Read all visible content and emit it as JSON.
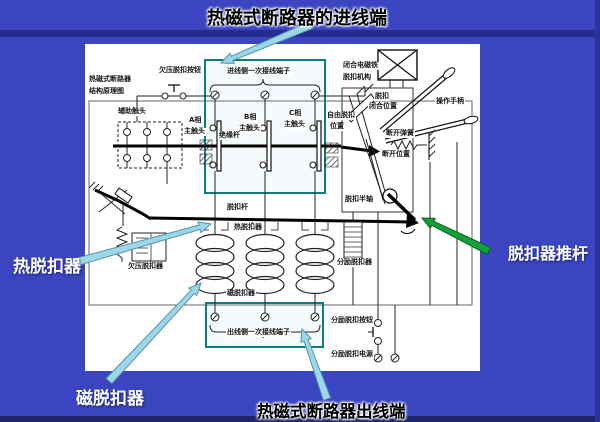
{
  "colors": {
    "background": "#3b45c1",
    "band_dark": "#262d8e",
    "band_bottom": "#1d2568",
    "panel": "#ffffff",
    "teal_box": "#0e7d7d",
    "line": "#222222",
    "arrow_cyan": "#9dd7e7",
    "arrow_cyan_edge": "#4f93ae",
    "arrow_green": "#13a03a",
    "arrow_green_edge": "#0a5c20"
  },
  "callouts": {
    "inlet": "热磁式断路器的进线端",
    "thermal": "热脱扣器",
    "magnetic": "磁脱扣器",
    "outlet": "热磁式断路器出线端",
    "pushrod": "脱扣器推杆"
  },
  "diagram": {
    "scheme_title_l1": "热磁式断路器",
    "scheme_title_l2": "结构原理图",
    "uv_button": "欠压脱扣按钮",
    "in_terminals": "进线侧一次接线端子",
    "close_magnet_l1": "闭合电磁铁",
    "close_magnet_l2": "脱扣机构",
    "aux_contact": "辅助触头",
    "phase_a_l1": "A相",
    "phase_a_l2": "主触头",
    "phase_b_l1": "B相",
    "phase_b_l2": "主触头",
    "phase_c_l1": "C相",
    "phase_c_l2": "主触头",
    "insul_rod": "绝缘杆",
    "free_trip_l1": "自由脱扣",
    "free_trip_l2": "位置",
    "trip": "脱扣",
    "close_pos": "闭合位置",
    "handle": "操作手柄",
    "open_spring": "断开弹簧",
    "open_pos": "断开位置",
    "trip_halfshaft": "脱扣半轴",
    "trip_rod": "脱扣杆",
    "thermal_trip": "热脱扣器",
    "uv_trip": "欠压脱扣器",
    "mag_trip": "磁脱扣器",
    "shunt_trip": "分励脱扣器",
    "out_terminals": "出线侧一次接线端子",
    "shunt_button": "分励脱扣按钮",
    "shunt_power": "分励脱扣电源"
  }
}
